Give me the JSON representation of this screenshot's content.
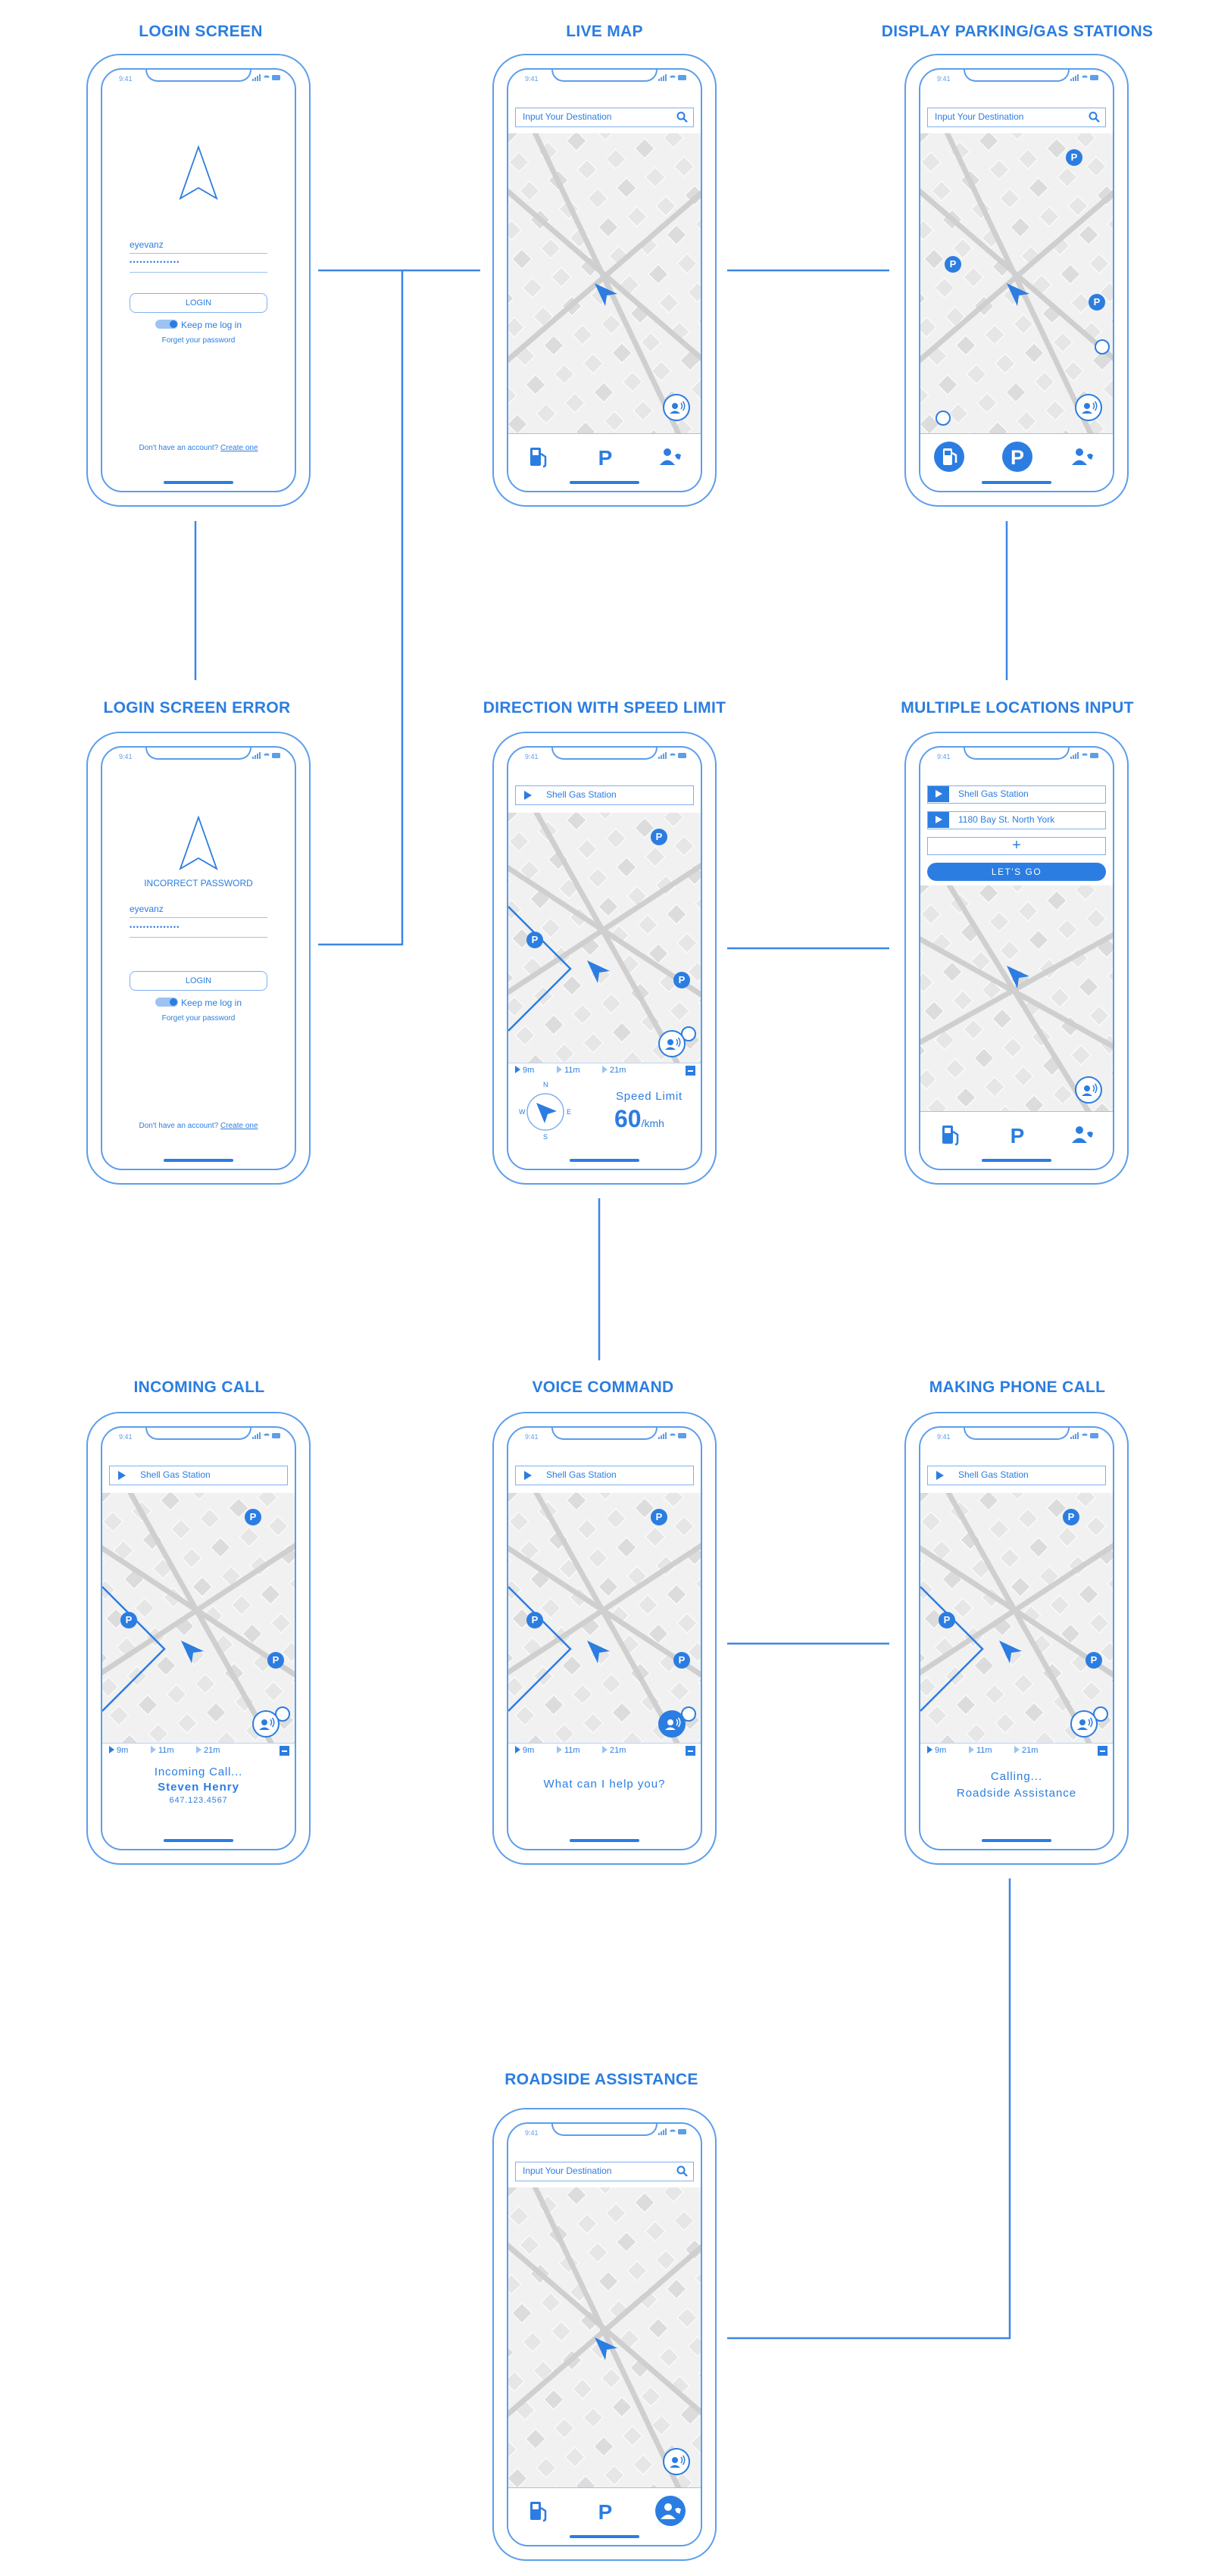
{
  "titles": {
    "login": "LOGIN SCREEN",
    "live_map": "LIVE MAP",
    "display_stations": "DISPLAY PARKING/GAS STATIONS",
    "login_error": "LOGIN SCREEN ERROR",
    "direction": "DIRECTION WITH SPEED LIMIT",
    "multiple": "MULTIPLE LOCATIONS INPUT",
    "incoming": "INCOMING CALL",
    "voice": "VOICE COMMAND",
    "making": "MAKING PHONE CALL",
    "roadside": "ROADSIDE ASSISTANCE"
  },
  "status_time": "9:41",
  "login": {
    "username": "eyevanz",
    "password_mask": "•••••••••••••••",
    "button": "LOGIN",
    "keep": "Keep me log in",
    "forgot": "Forget your password",
    "account_prefix": "Don't have an account?",
    "create": "Create one",
    "error": "INCORRECT PASSWORD"
  },
  "search_placeholder": "Input Your Destination",
  "destination": "Shell Gas Station",
  "second_location": "1180 Bay St. North York",
  "plus": "+",
  "lets_go": "LET'S GO",
  "eta": [
    "9m",
    "11m",
    "21m"
  ],
  "compass": {
    "n": "N",
    "s": "S",
    "e": "E",
    "w": "W"
  },
  "speed": {
    "label": "Speed Limit",
    "value": "60",
    "unit": "/kmh"
  },
  "incoming": {
    "status": "Incoming Call...",
    "name": "Steven Henry",
    "phone": "647.123.4567"
  },
  "voice_prompt": "What can I help you?",
  "calling": {
    "status": "Calling...",
    "target": "Roadside Assistance"
  },
  "icons": [
    "gas-pump-icon",
    "parking-icon",
    "roadside-assistance-icon",
    "search-icon",
    "voice-icon",
    "navigation-arrow-icon",
    "compass-icon"
  ],
  "colors": {
    "accent": "#2b7de1",
    "line": "#5c9eea",
    "map": "#f1f1f1"
  }
}
